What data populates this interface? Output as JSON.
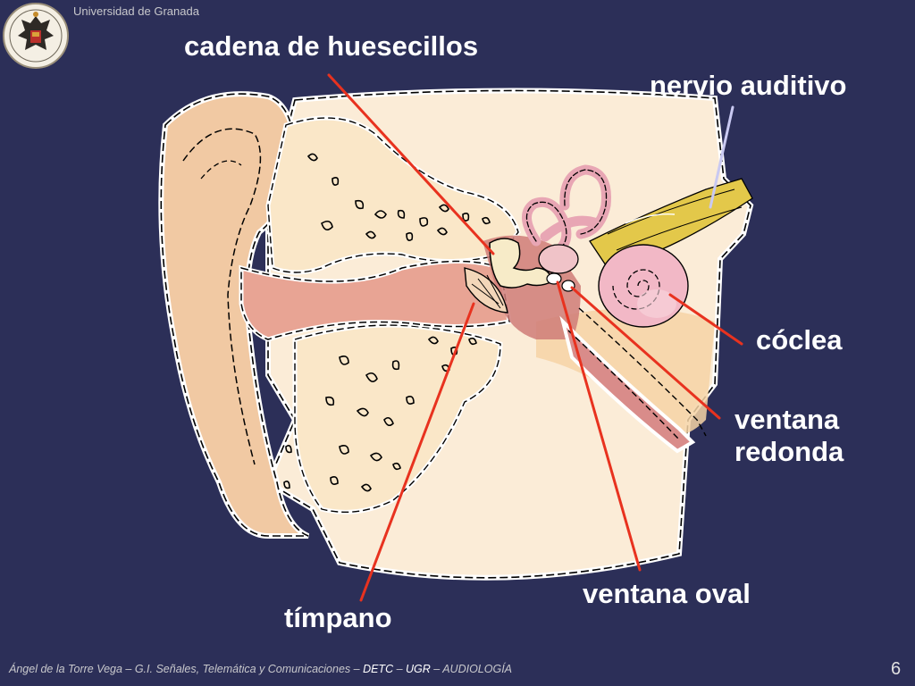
{
  "header": {
    "institution": "Universidad de Granada"
  },
  "labels": {
    "ossicles": "cadena de huesecillos",
    "auditory_nerve": "nervio auditivo",
    "cochlea": "cóclea",
    "round_window_line1": "ventana",
    "round_window_line2": "redonda",
    "oval_window": "ventana oval",
    "eardrum": "tímpano"
  },
  "footer": {
    "author": "Ángel de la Torre Vega – G.I. Señales, Telemática y Comunicaciones – ",
    "dept": "DETC",
    "sep1": " – ",
    "univ": "UGR",
    "sep2": " – ",
    "course": "AUDIOLOGÍA"
  },
  "page_number": "6",
  "colors": {
    "background": "#2c2f58",
    "skin": "#f1c9a3",
    "pointer_line": "#e8321f",
    "nerve_pointer": "#c9c9f2",
    "nerve": "#e3c84a",
    "cochlea": "#f2b8c6"
  }
}
